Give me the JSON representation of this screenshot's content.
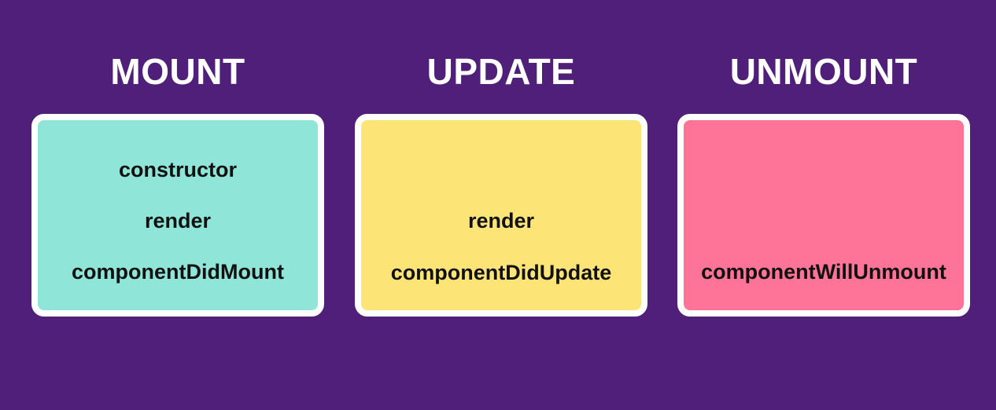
{
  "phases": [
    {
      "title": "MOUNT",
      "color": "#8fe5d8",
      "methods": [
        "constructor",
        "render",
        "componentDidMount"
      ]
    },
    {
      "title": "UPDATE",
      "color": "#fce576",
      "methods": [
        "render",
        "componentDidUpdate"
      ]
    },
    {
      "title": "UNMOUNT",
      "color": "#fe7498",
      "methods": [
        "componentWillUnmount"
      ]
    }
  ],
  "background_color": "#4f1f7a"
}
